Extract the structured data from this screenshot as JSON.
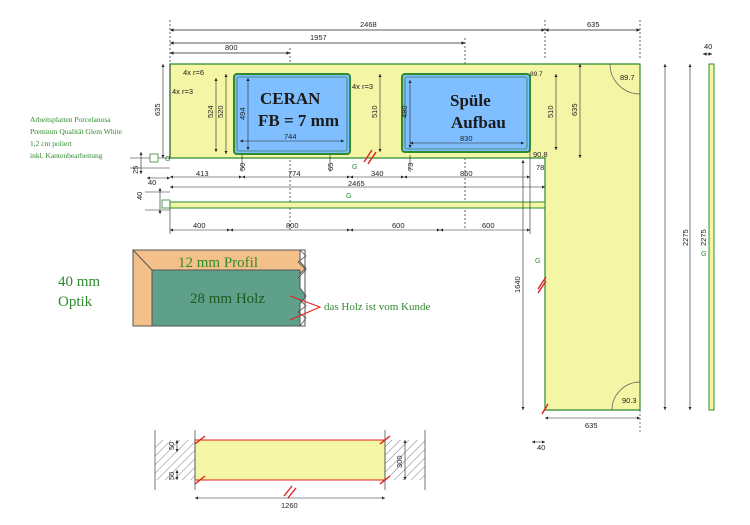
{
  "colors": {
    "worktop": "#f5f5a6",
    "cutout": "#7fbfff",
    "edge_green": "#2e8b2e",
    "profile_tan": "#f3c08a",
    "wood_green": "#5fa08a",
    "cut_red": "#e02020"
  },
  "dims": {
    "d2468": "2468",
    "d635_top": "635",
    "d1957": "1957",
    "d800_top": "800",
    "d40_top": "40",
    "r4x6": "4x r=6",
    "r4x3_left": "4x r=3",
    "r4x3_right": "4x r=3",
    "d635_left": "635",
    "d524": "524",
    "d520": "520",
    "d494": "494",
    "d744": "744",
    "d50": "50",
    "d65": "65",
    "d510_a": "510",
    "d480": "480",
    "d830": "830",
    "d510_b": "510",
    "d635_right": "635",
    "a897": "89.7",
    "a897_small": "89.7",
    "d25": "25",
    "d40_left": "40",
    "d413": "413",
    "d774": "774",
    "d340": "340",
    "d73": "73",
    "d860": "860",
    "d908": "90.8",
    "d78": "78",
    "d2465": "2465",
    "d40_left2": "40",
    "d400": "400",
    "d800_b": "800",
    "d600_a": "600",
    "d600_b": "600",
    "d1640": "1640",
    "d2275_a": "2275",
    "d2275_b": "2275",
    "a903": "90.3",
    "d635_bottom": "635",
    "d40_bottom": "40",
    "d50_sec_a": "50",
    "d50_sec_b": "50",
    "d300": "300",
    "d1260": "1260"
  },
  "labels": {
    "g": "G",
    "ceran_line1": "CERAN",
    "ceran_line2": "FB = 7 mm",
    "sink_line1": "Spüle",
    "sink_line2": "Aufbau"
  },
  "notes": {
    "line1": "Arbeitsplatten Porcelanosa",
    "line2": "Premium Qualität Glem White",
    "line3": "1,2 cm poliert",
    "line4": "inkl. Kantenbearbeitung"
  },
  "profile": {
    "thickness": "40 mm",
    "optik": "Optik",
    "layer_top": "12 mm Profil",
    "layer_bottom": "28 mm Holz",
    "wood_note": "das Holz ist vom Kunde"
  }
}
